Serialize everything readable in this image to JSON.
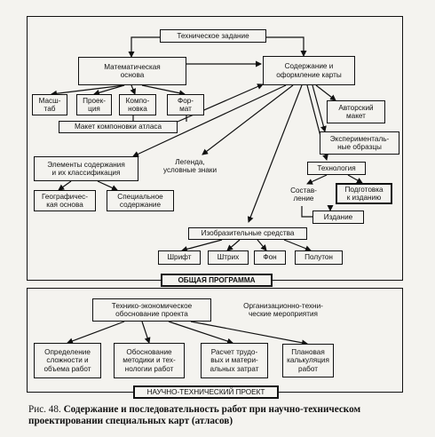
{
  "boxes": {
    "tech_task": "Техническое задание",
    "math_basis": "Математическая\nоснова",
    "content_design": "Содержание и\nоформление карты",
    "scale": "Масш-\nтаб",
    "projection": "Проек-\nция",
    "layout": "Компо-\nновка",
    "format": "Фор-\nмат",
    "atlas_layout": "Макет компоновки атласа",
    "author_layout": "Авторский\nмакет",
    "experimental": "Эксперименталь-\nные образцы",
    "content_elements": "Элементы содержания\nи их классификация",
    "legend": "Легенда,\nусловные знаки",
    "technology": "Технология",
    "geo_basis": "Географичес-\nкая основа",
    "special_content": "Специальное\nсодержание",
    "compilation": "Состав-\nление",
    "publishing_prep": "Подготовка\nк изданию",
    "edition": "Издание",
    "visual_means": "Изобразительные средства",
    "font": "Шрифт",
    "hatch": "Штрих",
    "background": "Фон",
    "halftone": "Полутон",
    "general_program": "ОБЩАЯ ПРОГРАММА",
    "tech_econ": "Технико-экономическое\nобоснование проекта",
    "org_tech": "Организационно-техни-\nческие мероприятия",
    "complexity": "Определение\nсложности и\nобъема работ",
    "methodology": "Обоснование\nметодики и тех-\nнологии работ",
    "labor_calc": "Расчет трудо-\nвых и матери-\nальных затрат",
    "planned_calc": "Плановая\nкалькуляция\nработ",
    "sci_tech_project": "НАУЧНО-ТЕХНИЧЕСКИЙ ПРОЕКТ"
  },
  "caption": {
    "lead": "Рис. 48.",
    "text": "Содержание и последовательность работ при научно-техническом проектировании специальных карт (атласов)"
  }
}
